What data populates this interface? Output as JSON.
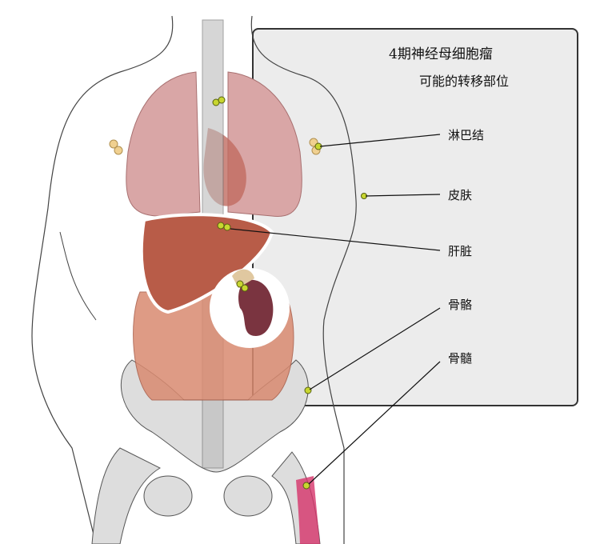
{
  "title": "4期神经母细胞瘤",
  "subtitle": "可能的转移部位",
  "labels": {
    "lymph_nodes": "淋巴结",
    "skin": "皮肤",
    "liver": "肝脏",
    "bone": "骨骼",
    "bone_marrow": "骨髓"
  },
  "colors": {
    "tumor": "#c8d630",
    "panel": "#ececec",
    "liver": "#b85c48",
    "lung": "#d9a6a6"
  }
}
